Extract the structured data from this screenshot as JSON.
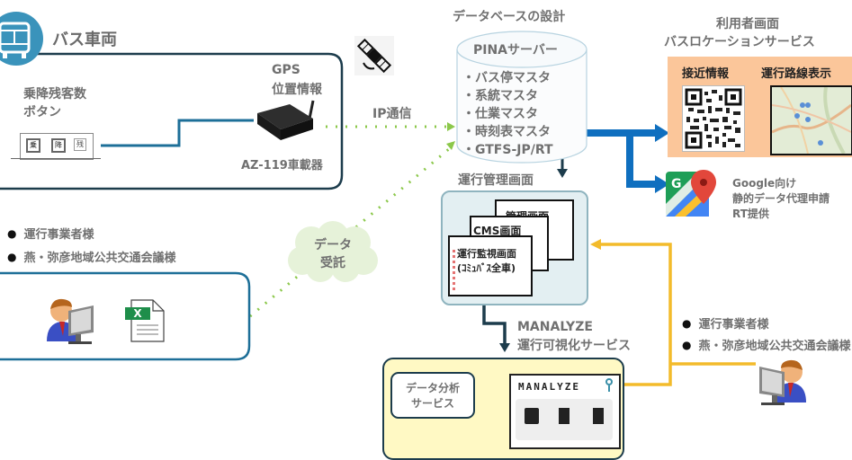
{
  "bus_vehicle": {
    "title": "バス車両",
    "button_label_1": "乗降残客数",
    "button_label_2": "ボタン",
    "button_keys": [
      "乗",
      "降",
      "残"
    ],
    "gps_label_1": "GPS",
    "gps_label_2": "位置情報",
    "device_label": "AZ-119車載器"
  },
  "communication": {
    "ip_label": "IP通信",
    "cloud_line_1": "データ",
    "cloud_line_2": "受託"
  },
  "database": {
    "title": "データベースの設計",
    "server_name": "PINAサーバー",
    "items": [
      "・バス停マスタ",
      "・系統マスタ",
      "・仕業マスタ",
      "・時刻表マスタ",
      "・GTFS-JP/RT"
    ]
  },
  "user_screen": {
    "title_1": "利用者画面",
    "title_2": "バスロケーションサービス",
    "panel_left": "接近情報",
    "panel_right": "運行路線表示",
    "google_line_1": "Google向け",
    "google_line_2": "静的データ代理申請",
    "google_line_3": "RT提供"
  },
  "operators_left": {
    "items": [
      "運行事業者様",
      "燕・弥彦地域公共交通会議様"
    ],
    "excel_letter": "X"
  },
  "management": {
    "title": "運行管理画面",
    "screens": [
      "管理画面",
      "CMS画面",
      "運行監視画面",
      "(ｺﾐｭﾊﾞｽ全車)"
    ]
  },
  "manalyze": {
    "label_1": "MANALYZE",
    "label_2": "運行可視化サービス",
    "logo": "MANALYZE",
    "analysis_line_1": "データ分析",
    "analysis_line_2": "サービス"
  },
  "operators_right": {
    "items": [
      "運行事業者様",
      "燕・弥彦地域公共交通会議様"
    ]
  },
  "colors": {
    "navy": "#1c3c4c",
    "teal": "#1d6f98",
    "blue_arrow": "#0f6fbf",
    "yellow_arrow": "#f3bb2b",
    "green_dots": "#8cc84b",
    "orange_panel": "#fbc69a",
    "yellow_panel": "#fff9c4",
    "mgmt_panel": "#e3eff2"
  }
}
